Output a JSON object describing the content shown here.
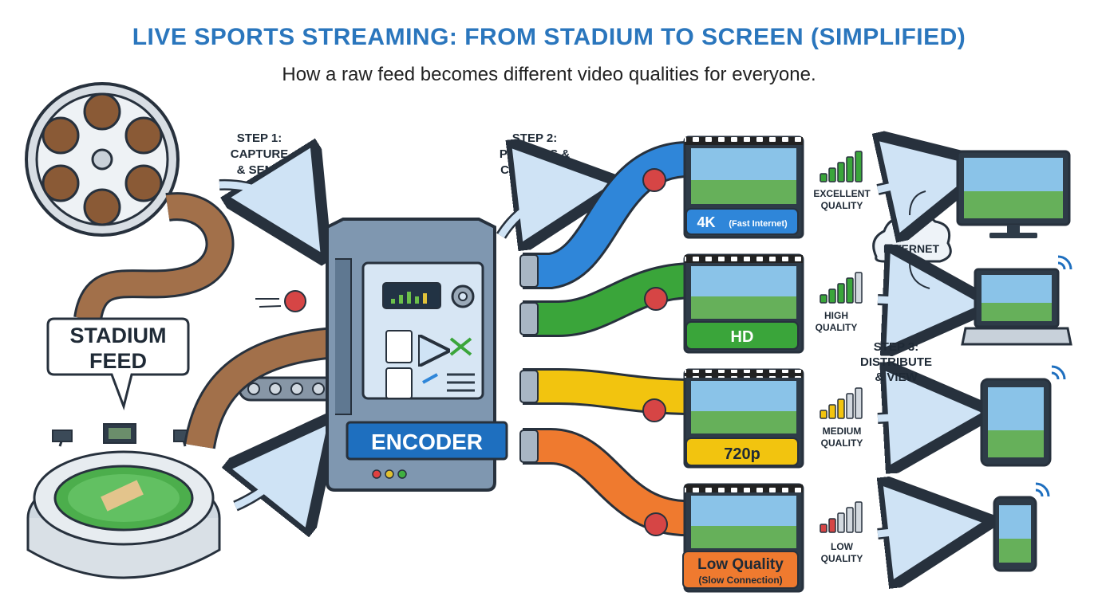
{
  "title": "LIVE SPORTS STREAMING: FROM STADIUM TO SCREEN (SIMPLIFIED)",
  "subtitle": "How a raw feed becomes different video qualities for everyone.",
  "source": {
    "label_line1": "STADIUM",
    "label_line2": "FEED"
  },
  "steps": {
    "step1": [
      "STEP 1:",
      "CAPTURE",
      "& SEND"
    ],
    "step2": [
      "STEP 2:",
      "PROCESS &",
      "COMPRESS"
    ],
    "step3": [
      "STEP 3:",
      "DISTRIBUTE",
      "& VIEW"
    ]
  },
  "encoder": {
    "label": "ENCODER"
  },
  "network": {
    "label": "INTERNET"
  },
  "streams": [
    {
      "label": "4K",
      "sublabel": "(Fast Internet)",
      "quality_line1": "EXCELLENT",
      "quality_line2": "QUALITY",
      "color": "#2f86d9",
      "signal_bars": 5,
      "device": "tv"
    },
    {
      "label": "HD",
      "sublabel": "",
      "quality_line1": "HIGH",
      "quality_line2": "QUALITY",
      "color": "#3aa53a",
      "signal_bars": 4,
      "device": "laptop"
    },
    {
      "label": "720p",
      "sublabel": "",
      "quality_line1": "MEDIUM",
      "quality_line2": "QUALITY",
      "color": "#f2c40f",
      "signal_bars": 3,
      "device": "tablet"
    },
    {
      "label": "Low Quality",
      "sublabel": "(Slow Connection)",
      "quality_line1": "LOW",
      "quality_line2": "QUALITY",
      "color": "#ef7a2f",
      "signal_bars": 2,
      "device": "phone"
    }
  ],
  "colors": {
    "title": "#2a76bd",
    "encoder_body": "#6f8aa6",
    "encoder_label": "#1e6fbf",
    "film": "#8a5a36"
  }
}
